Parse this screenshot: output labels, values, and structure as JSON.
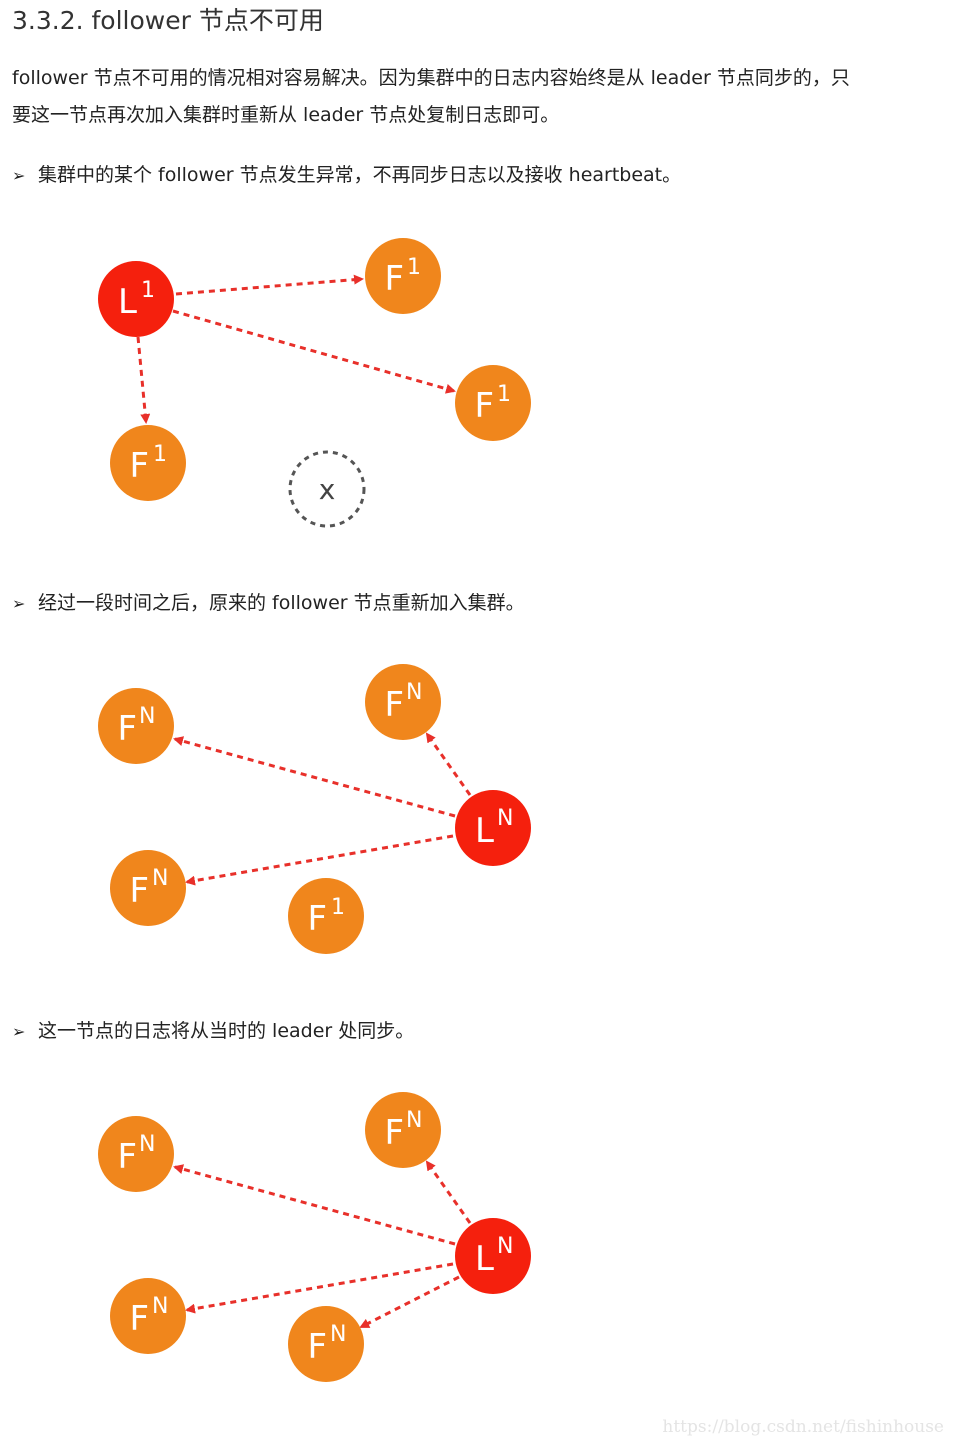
{
  "heading": "3.3.2. follower 节点不可用",
  "intro": {
    "line1": "follower 节点不可用的情况相对容易解决。因为集群中的日志内容始终是从 leader 节点同步的，只",
    "line2": "要这一节点再次加入集群时重新从 leader 节点处复制日志即可。"
  },
  "bullet_symbol": "➢",
  "bullets": [
    "集群中的某个 follower 节点发生异常，不再同步日志以及接收 heartbeat。",
    "经过一段时间之后，原来的 follower 节点重新加入集群。",
    "这一节点的日志将从当时的 leader 处同步。"
  ],
  "colors": {
    "leader": "#f5200d",
    "follower": "#f0861c",
    "arrow": "#e8302a",
    "failed": "#555555"
  },
  "diagrams": [
    {
      "nodes": [
        {
          "role": "leader",
          "letter": "L",
          "term": "1"
        },
        {
          "role": "follower",
          "letter": "F",
          "term": "1"
        },
        {
          "role": "follower",
          "letter": "F",
          "term": "1"
        },
        {
          "role": "follower",
          "letter": "F",
          "term": "1"
        },
        {
          "role": "failed",
          "letter": "x",
          "term": ""
        }
      ]
    },
    {
      "nodes": [
        {
          "role": "leader",
          "letter": "L",
          "term": "N"
        },
        {
          "role": "follower",
          "letter": "F",
          "term": "N"
        },
        {
          "role": "follower",
          "letter": "F",
          "term": "N"
        },
        {
          "role": "follower",
          "letter": "F",
          "term": "N"
        },
        {
          "role": "follower",
          "letter": "F",
          "term": "1"
        }
      ]
    },
    {
      "nodes": [
        {
          "role": "leader",
          "letter": "L",
          "term": "N"
        },
        {
          "role": "follower",
          "letter": "F",
          "term": "N"
        },
        {
          "role": "follower",
          "letter": "F",
          "term": "N"
        },
        {
          "role": "follower",
          "letter": "F",
          "term": "N"
        },
        {
          "role": "follower",
          "letter": "F",
          "term": "N"
        }
      ]
    }
  ],
  "watermark": "https://blog.csdn.net/fishinhouse"
}
